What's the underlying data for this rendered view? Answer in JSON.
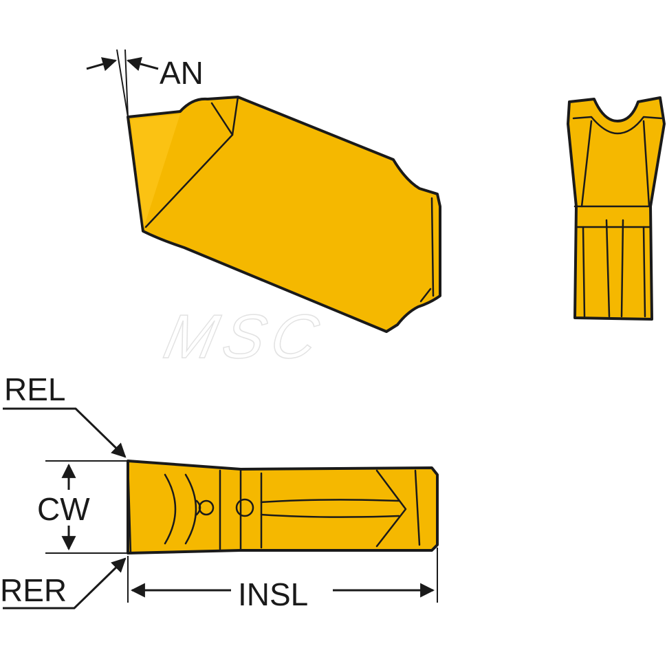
{
  "labels": {
    "an": "AN",
    "rel": "REL",
    "cw": "CW",
    "rer": "RER",
    "insl": "INSL"
  },
  "watermark": "MSC",
  "colors": {
    "insert_fill": "#F5B800",
    "insert_highlight": "#FFC820",
    "insert_shadow": "#D89A00",
    "line": "#1a1a1a"
  }
}
